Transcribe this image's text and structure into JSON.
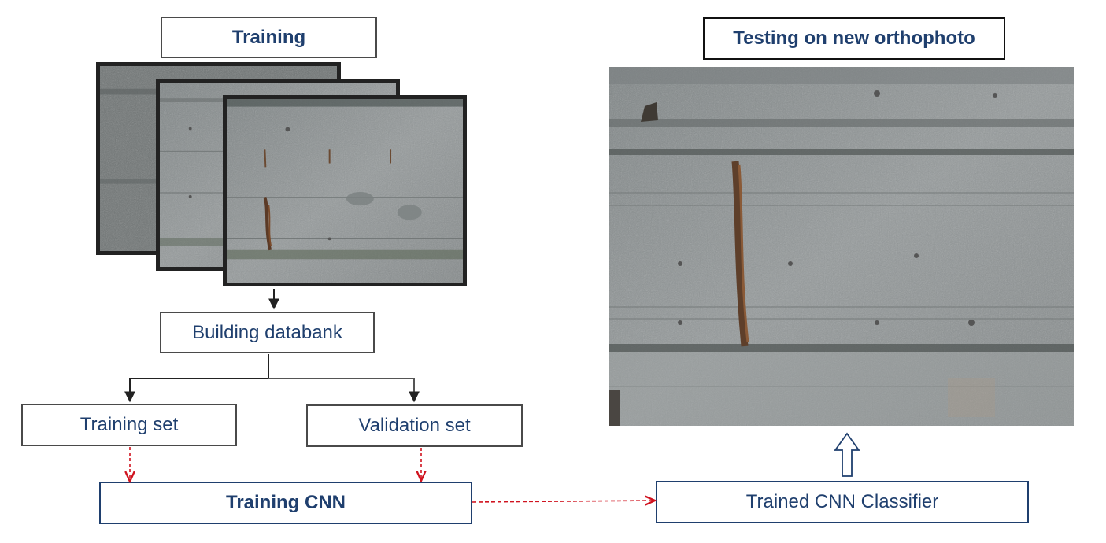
{
  "training": {
    "title": "Training"
  },
  "testing": {
    "title": "Testing on new orthophoto"
  },
  "nodes": {
    "databank": "Building databank",
    "training_set": "Training set",
    "validation_set": "Validation set",
    "training_cnn": "Training CNN",
    "trained_classifier": "Trained CNN Classifier"
  },
  "colors": {
    "text": "#1f3f6e",
    "dashed_arrow": "#d0131f",
    "solid_arrow": "#222222",
    "concrete": "#8c9192"
  },
  "images": [
    "concrete-wall-photo",
    "concrete-wall-photo",
    "concrete-wall-photo",
    "concrete-orthophoto"
  ]
}
